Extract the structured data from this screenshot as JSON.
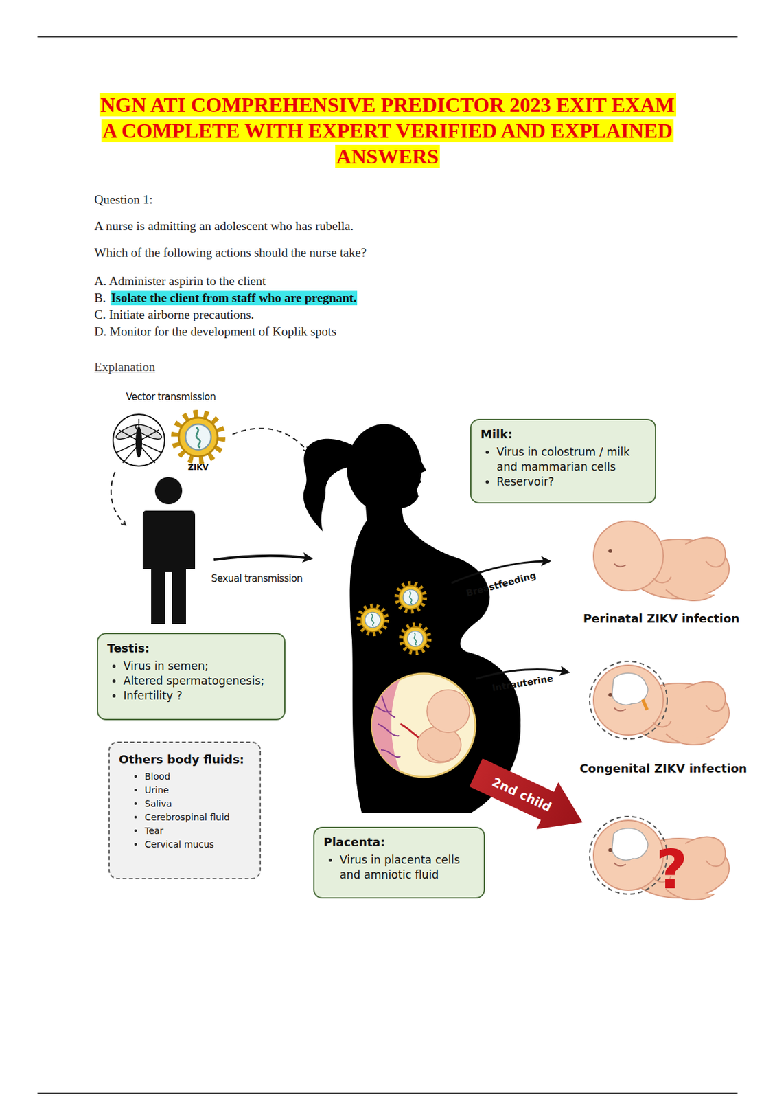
{
  "diagram": {
    "title": "NGN ATI COMPREHENSIVE PREDICTOR 2023 EXIT EXAM A COMPLETE WITH EXPERT VERIFIED AND EXPLAINED ANSWERS",
    "nodes": [
      {
        "text": [
          "Milk:",
          "Virus in colostrum / milk and mammarian cells",
          "Reservoir?"
        ]
      },
      {
        "text": [
          "Testis:",
          "Virus in semen;",
          "Altered spermatogenesis;",
          "Infertility ?"
        ]
      },
      {
        "text": [
          "Others body fluids:",
          "Blood",
          "Urine",
          "Saliva",
          "Cerebrospinal fluid",
          "Tear",
          "Cervical mucus"
        ]
      },
      {
        "text": [
          "Placenta:",
          "Virus in placenta cells and amniotic fluid"
        ]
      }
    ],
    "labels": [
      "Question 1:",
      "A nurse is admitting an adolescent who has rubella.",
      "Which of the following actions should the nurse take?",
      "A. Administer aspirin to the client",
      "B.",
      "Isolate the client from staff who are pregnant.",
      "C. Initiate airborne precautions.",
      "D. Monitor for the development of Koplik spots",
      "Explanation",
      "Vector transmission",
      "ZIKV",
      "Sexual transmission",
      "Breastfeeding",
      "Perinatal ZIKV infection",
      "Intrauterine",
      "Congenital ZIKV infection",
      "2nd child",
      "?"
    ]
  }
}
